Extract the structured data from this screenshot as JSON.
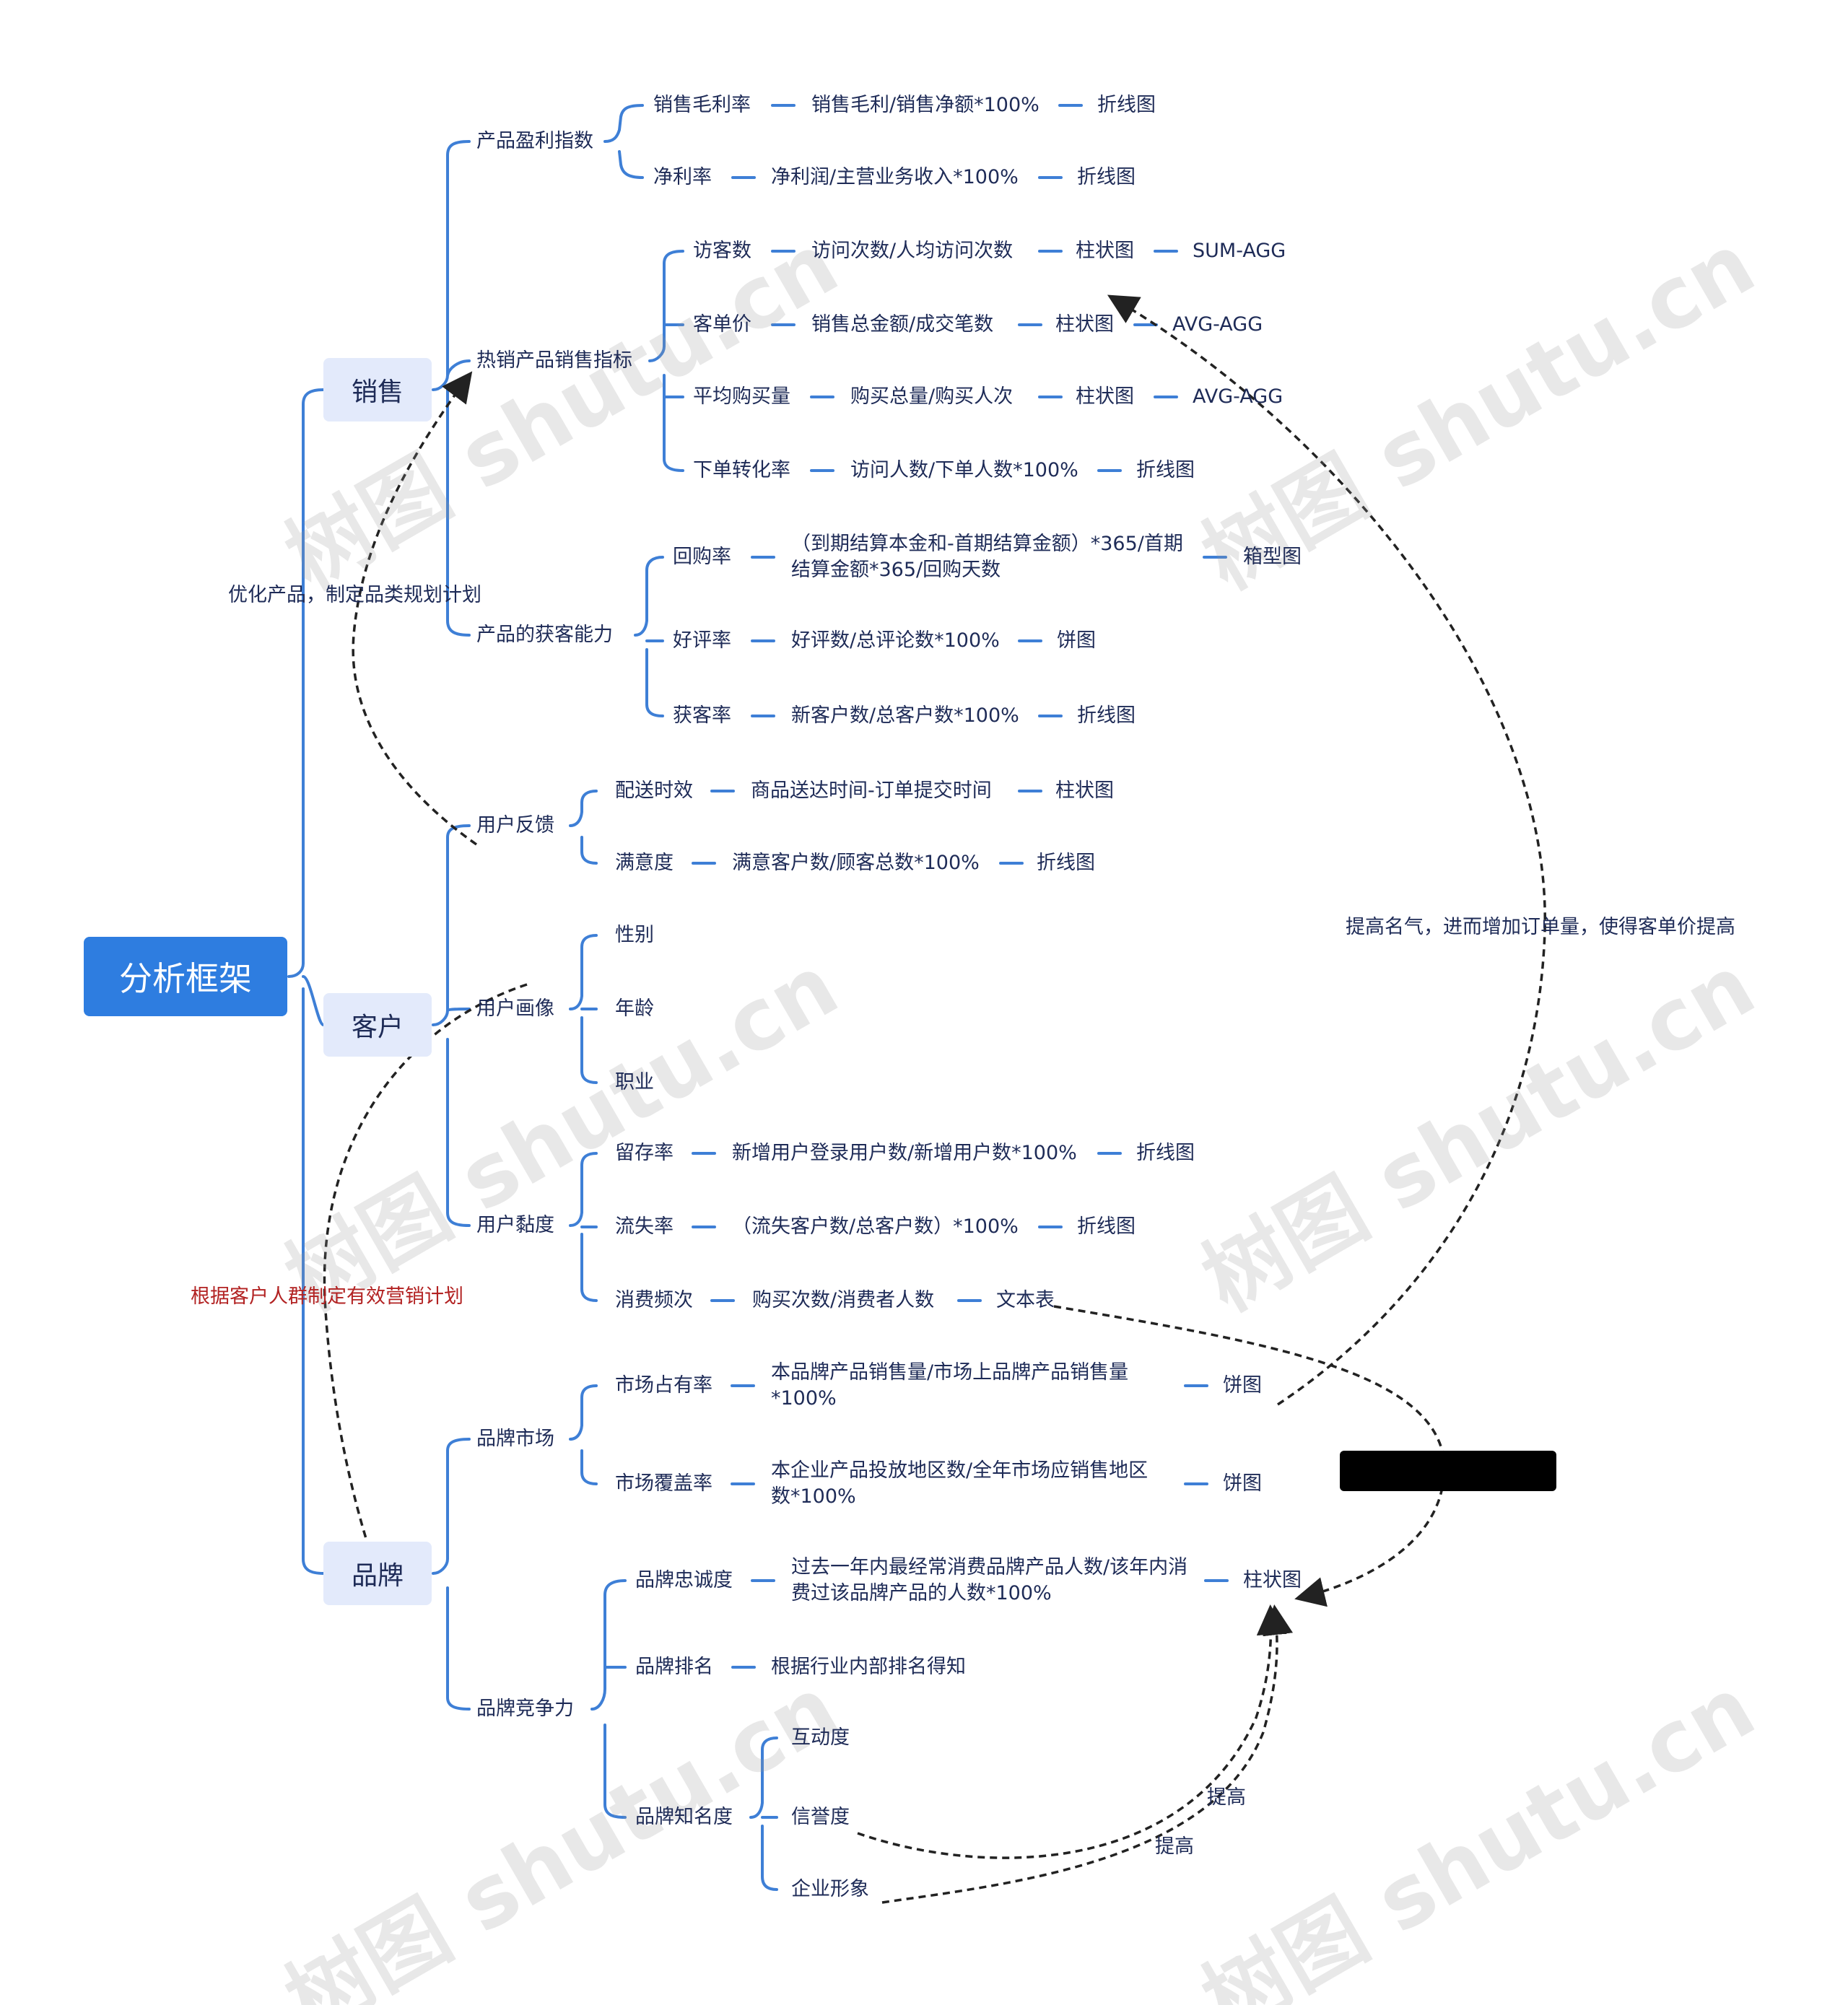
{
  "root": "分析框架",
  "branches": {
    "sales": {
      "label": "销售",
      "profit": {
        "label": "产品盈利指数",
        "rows": [
          [
            "销售毛利率",
            "销售毛利/销售净额*100%",
            "折线图"
          ],
          [
            "净利率",
            "净利润/主营业务收入*100%",
            "折线图"
          ]
        ]
      },
      "hot": {
        "label": "热销产品销售指标",
        "rows": [
          [
            "访客数",
            "访问次数/人均访问次数",
            "柱状图",
            "SUM-AGG"
          ],
          [
            "客单价",
            "销售总金额/成交笔数",
            "柱状图",
            "AVG-AGG"
          ],
          [
            "平均购买量",
            "购买总量/购买人次",
            "柱状图",
            "AVG-AGG"
          ],
          [
            "下单转化率",
            "访问人数/下单人数*100%",
            "折线图"
          ]
        ]
      },
      "acquire": {
        "label": "产品的获客能力",
        "rows": [
          [
            "回购率",
            "（到期结算本金和-首期结算金额）*365/首期结算金额*365/回购天数",
            "箱型图"
          ],
          [
            "好评率",
            "好评数/总评论数*100%",
            "饼图"
          ],
          [
            "获客率",
            "新客户数/总客户数*100%",
            "折线图"
          ]
        ]
      }
    },
    "customer": {
      "label": "客户",
      "feedback": {
        "label": "用户反馈",
        "rows": [
          [
            "配送时效",
            "商品送达时间-订单提交时间",
            "柱状图"
          ],
          [
            "满意度",
            "满意客户数/顾客总数*100%",
            "折线图"
          ]
        ]
      },
      "portrait": {
        "label": "用户画像",
        "items": [
          "性别",
          "年龄",
          "职业"
        ]
      },
      "stickiness": {
        "label": "用户黏度",
        "rows": [
          [
            "留存率",
            "新增用户登录用户数/新增用户数*100%",
            "折线图"
          ],
          [
            "流失率",
            "（流失客户数/总客户数）*100%",
            "折线图"
          ],
          [
            "消费频次",
            "购买次数/消费者人数",
            "文本表"
          ]
        ]
      }
    },
    "brand": {
      "label": "品牌",
      "market": {
        "label": "品牌市场",
        "rows": [
          [
            "市场占有率",
            "本品牌产品销售量/市场上品牌产品销售量*100%",
            "饼图"
          ],
          [
            "市场覆盖率",
            "本企业产品投放地区数/全年市场应销售地区数*100%",
            "饼图"
          ]
        ]
      },
      "competition": {
        "label": "品牌竞争力",
        "loyalty": [
          "品牌忠诚度",
          "过去一年内最经常消费品牌产品人数/该年内消费过该品牌产品的人数*100%",
          "柱状图"
        ],
        "ranking": [
          "品牌排名",
          "根据行业内部排名得知"
        ],
        "awareness": {
          "label": "品牌知名度",
          "items": [
            "互动度",
            "信誉度",
            "企业形象"
          ]
        }
      }
    }
  },
  "annotations": {
    "optimize": "优化产品，制定品类规划计划",
    "marketing": "根据客户人群制定有效营销计划",
    "reputation": "提高名气，进而增加订单量，使得客单价提高",
    "improve1": "提高",
    "improve2": "提高"
  },
  "watermark": "树图 shutu.cn",
  "colors": {
    "accent": "#2e7de0",
    "line": "#3e7fd6",
    "text": "#1e2b57",
    "red": "#b22222",
    "l1bg": "#e3eafb"
  }
}
